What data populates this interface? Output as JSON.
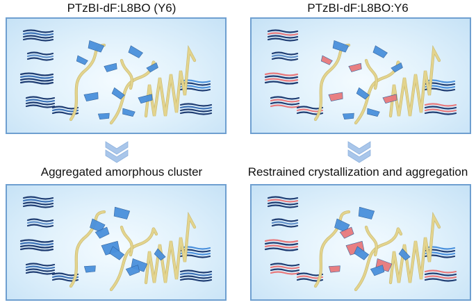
{
  "columns": [
    {
      "title": "PTzBI-dF:L8BO (Y6)",
      "caption": "Aggregated amorphous cluster",
      "acceptor_color": "#4a90dc"
    },
    {
      "title": "PTzBI-dF:L8BO:Y6",
      "caption": "Restrained crystallization and aggregation",
      "acceptor_color": "#e8797c"
    }
  ],
  "colors": {
    "donor_chain": "#e3d48e",
    "stack_dark": "#1e3c72",
    "stack_blue": "#4a90dc",
    "stack_red": "#e8797c",
    "panel_border": "#6e9fd0",
    "arrow": "#a9c6ea"
  }
}
